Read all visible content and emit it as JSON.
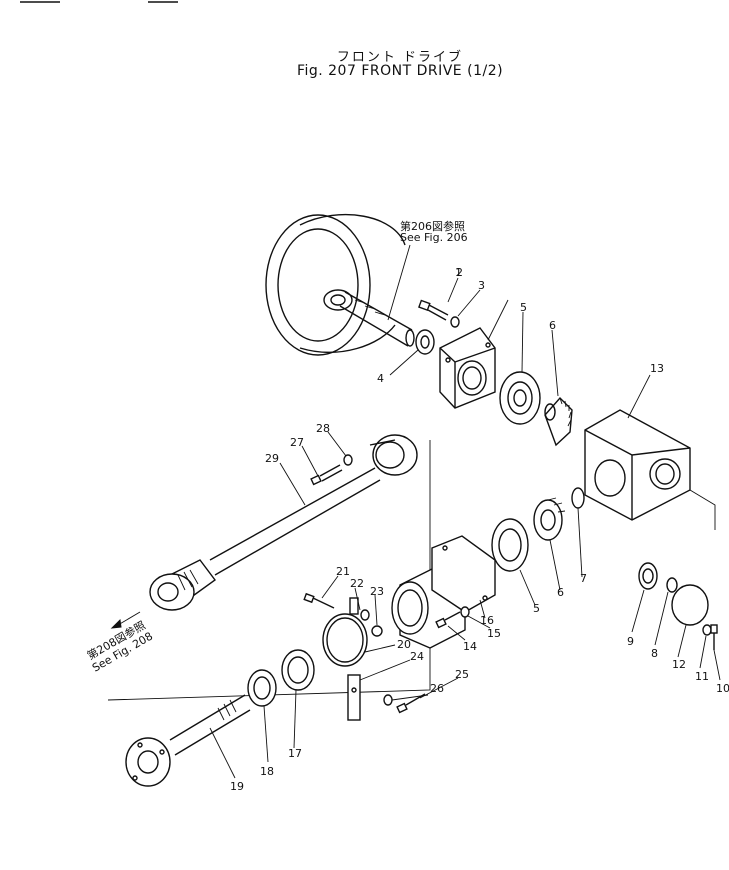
{
  "title": {
    "japanese": "フロント ドライブ",
    "english": "Fig. 207 FRONT DRIVE (1/2)"
  },
  "references": [
    {
      "japanese": "第206図参照",
      "english": "See Fig. 206"
    },
    {
      "japanese": "第208図参照",
      "english": "See Fig. 208"
    }
  ],
  "callouts": [
    "1",
    "2",
    "3",
    "4",
    "5",
    "6",
    "13",
    "27",
    "28",
    "29",
    "21",
    "22",
    "23",
    "20",
    "16",
    "5",
    "6",
    "7",
    "14",
    "15",
    "24",
    "26",
    "25",
    "9",
    "8",
    "12",
    "11",
    "10",
    "18",
    "17",
    "19"
  ]
}
